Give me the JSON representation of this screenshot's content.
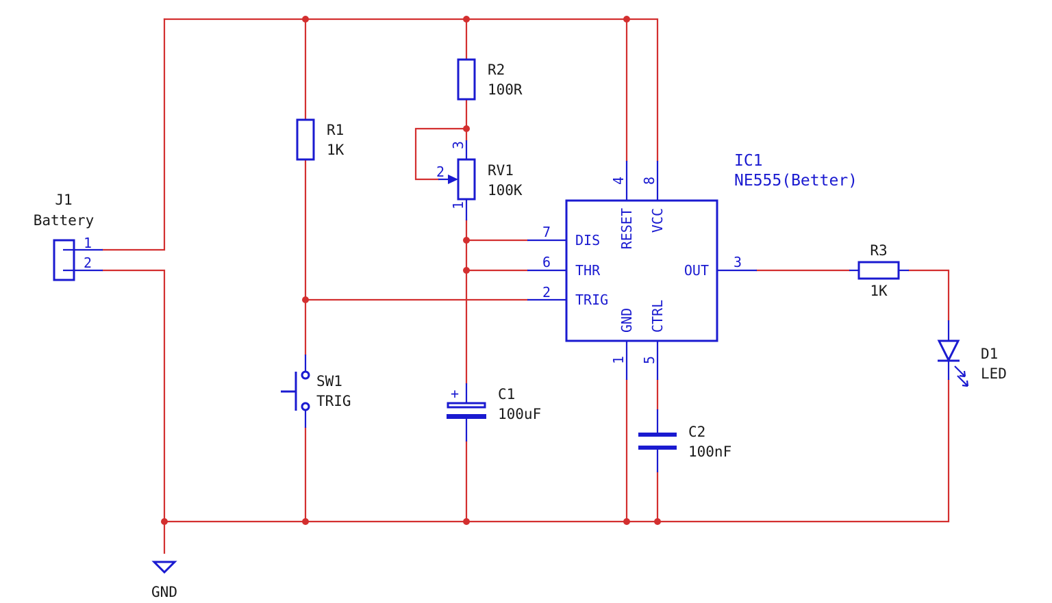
{
  "colors": {
    "wire": "#d32f2f",
    "component": "#1a1ad0",
    "text": "#1a1a1a",
    "background": "#ffffff"
  },
  "components": {
    "j1": {
      "ref": "J1",
      "value": "Battery",
      "pins": [
        "1",
        "2"
      ]
    },
    "r1": {
      "ref": "R1",
      "value": "1K"
    },
    "r2": {
      "ref": "R2",
      "value": "100R"
    },
    "rv1": {
      "ref": "RV1",
      "value": "100K",
      "pins": [
        "1",
        "2",
        "3"
      ]
    },
    "sw1": {
      "ref": "SW1",
      "value": "TRIG"
    },
    "c1": {
      "ref": "C1",
      "value": "100uF",
      "polarity": "+"
    },
    "c2": {
      "ref": "C2",
      "value": "100nF"
    },
    "ic1": {
      "ref": "IC1",
      "value": "NE555(Better)",
      "pins": {
        "dis": {
          "num": "7",
          "name": "DIS"
        },
        "thr": {
          "num": "6",
          "name": "THR"
        },
        "trig": {
          "num": "2",
          "name": "TRIG"
        },
        "reset": {
          "num": "4",
          "name": "RESET"
        },
        "vcc": {
          "num": "8",
          "name": "VCC"
        },
        "out": {
          "num": "3",
          "name": "OUT"
        },
        "gnd": {
          "num": "1",
          "name": "GND"
        },
        "ctrl": {
          "num": "5",
          "name": "CTRL"
        }
      }
    },
    "r3": {
      "ref": "R3",
      "value": "1K"
    },
    "d1": {
      "ref": "D1",
      "value": "LED"
    },
    "gnd": {
      "label": "GND"
    }
  }
}
